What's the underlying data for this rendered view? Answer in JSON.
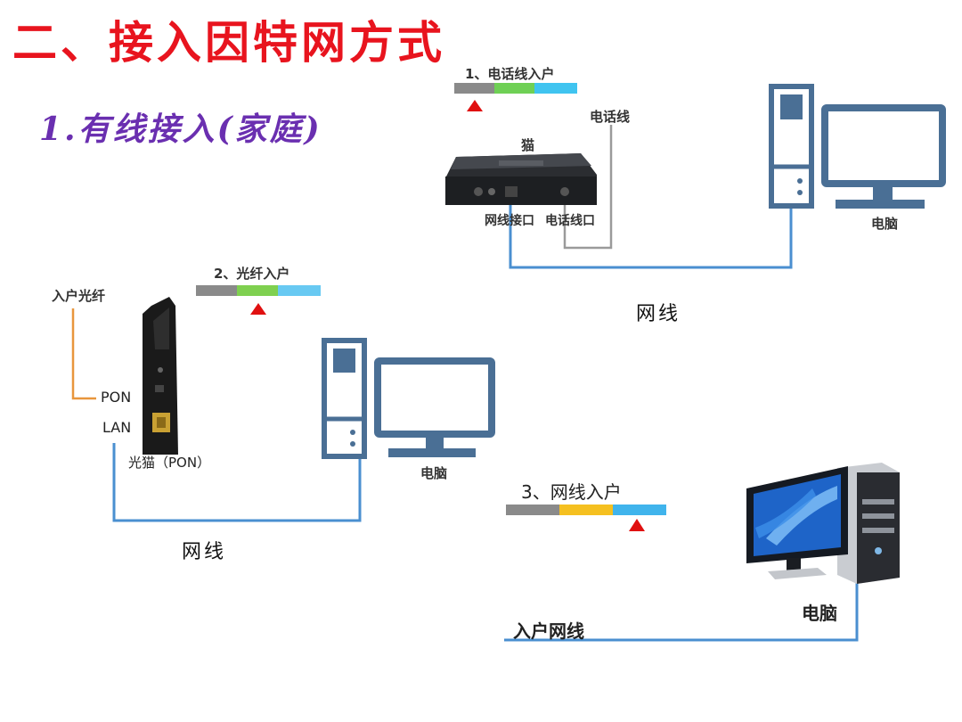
{
  "title": "二、接入因特网方式",
  "subtitle": "1.有线接入(家庭)",
  "section1": {
    "caption": "1、电话线入户",
    "modem_label": "猫",
    "phone_line_label": "电话线",
    "network_port_label": "网线接口",
    "phone_port_label": "电话线口",
    "computer_label": "电脑",
    "cable_label": "网线"
  },
  "section2": {
    "caption": "2、光纤入户",
    "fiber_label": "入户光纤",
    "pon_label": "PON",
    "lan_label": "LAN",
    "onu_label": "光猫（PON）",
    "computer_label": "电脑",
    "cable_label": "网线"
  },
  "section3": {
    "caption": "3、网线入户",
    "computer_label": "电脑",
    "cable_label": "入户网线"
  },
  "colors": {
    "title_red": "#e8141e",
    "subtitle_purple": "#6a2fb0",
    "cable_blue": "#4a8fd0",
    "fiber_orange": "#e8963c",
    "marker_red": "#e01010",
    "pc_blue": "#4a6f95"
  },
  "icons": [
    "modem-icon",
    "optical-modem-icon",
    "computer-icon",
    "desktop-computer-icon",
    "indicator-triangle-icon"
  ]
}
